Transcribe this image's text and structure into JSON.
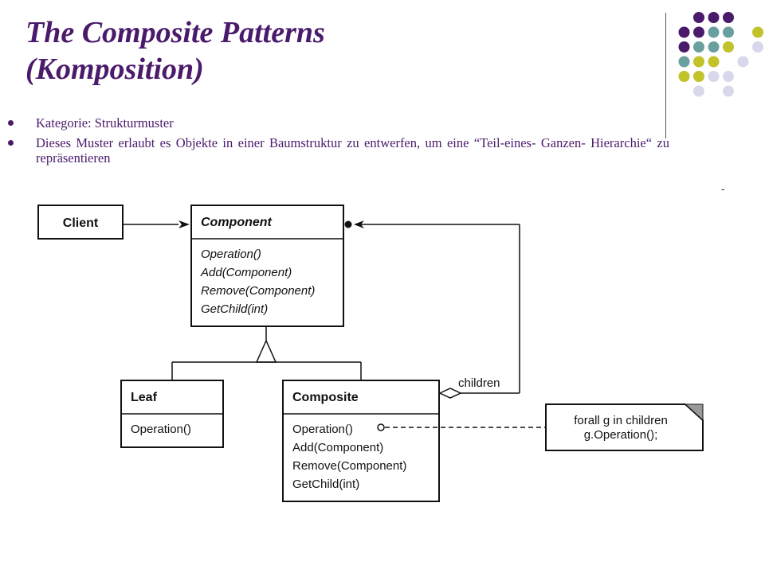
{
  "slide": {
    "title_line1": "The Composite Patterns",
    "title_line2": "(Komposition)",
    "bullets": [
      "Kategorie: Strukturmuster",
      " Dieses Muster erlaubt es Objekte in einer Baumstruktur zu entwerfen, um eine “Teil-eines- Ganzen- Hierarchie“ zu repräsentieren"
    ],
    "stray_mark": "-"
  },
  "palette": {
    "purple": "#4a1a6b",
    "teal": "#6a9fa0",
    "olive": "#c2c22a",
    "lavender": "#d8d8ec"
  },
  "diagram": {
    "client": {
      "name": "Client"
    },
    "component": {
      "name": "Component",
      "operations": [
        "Operation()",
        "Add(Component)",
        "Remove(Component)",
        "GetChild(int)"
      ]
    },
    "leaf": {
      "name": "Leaf",
      "operations": [
        "Operation()"
      ]
    },
    "composite": {
      "name": "Composite",
      "operations": [
        "Operation()",
        "Add(Component)",
        "Remove(Component)",
        "GetChild(int)"
      ]
    },
    "children_label": "children",
    "note": {
      "line1": "forall g in children",
      "line2": "g.Operation();"
    }
  }
}
